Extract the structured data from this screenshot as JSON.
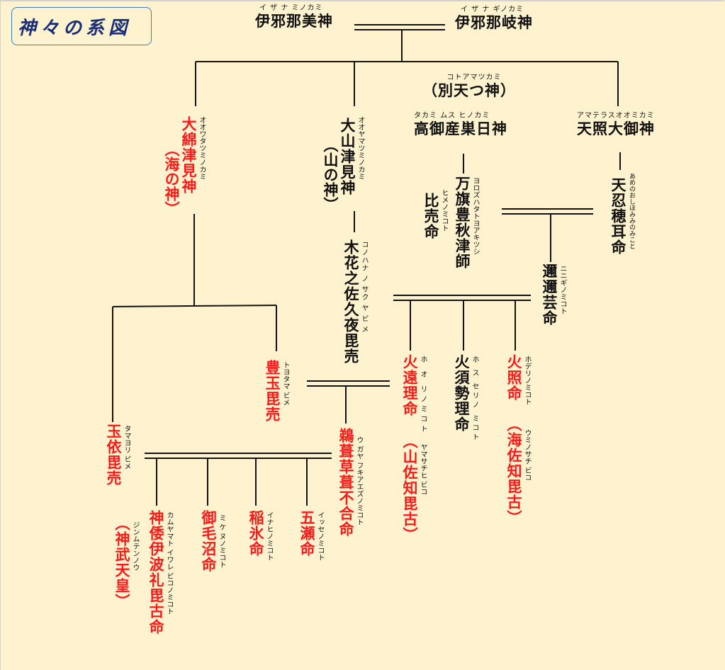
{
  "title": "神々の系図",
  "colors": {
    "background": "#fff2cf",
    "title_text": "#1a2f78",
    "title_border": "#3a7fc0",
    "highlight": "#ff1a1a",
    "default": "#111111"
  },
  "deities": {
    "izanami": {
      "name": "伊邪那美神",
      "ruby": "イ ザ ナ ミノカミ",
      "highlight": false
    },
    "izanagi": {
      "name": "伊邪那岐神",
      "ruby": "イ ザ ナ ギノカミ",
      "highlight": false
    },
    "kotoamatsukami": {
      "name": "（別天つ神）",
      "ruby": "コトアマツカミ",
      "highlight": false
    },
    "takamimusuhi": {
      "name": "高御産巣日神",
      "ruby": "タカミ ムス ヒノカミ",
      "highlight": false
    },
    "amaterasu": {
      "name": "天照大御神",
      "ruby": "アマテラスオオミカミ",
      "highlight": false
    },
    "owatatsumi": {
      "name": "大綿津見神",
      "ruby": "オオワタツミノカミ",
      "alias": "（海の神）",
      "highlight": true
    },
    "oyamatsumi": {
      "name": "大山津見神",
      "ruby": "オオヤマツミノカミ",
      "alias": "（山の神）",
      "highlight": false
    },
    "yorozuhata": {
      "name": "万旗豊秋津師",
      "ruby": "ヨロズハタトヨアキツシ",
      "highlight": false
    },
    "hime": {
      "name": "比売命",
      "ruby": "ヒメノミコト",
      "highlight": false
    },
    "amenooshihomimi": {
      "name": "天忍穂耳命",
      "ruby": "あめのおしほみみのみこと",
      "highlight": false
    },
    "ninigi": {
      "name": "邇邇芸命",
      "ruby": "ニニギノミコト",
      "highlight": false
    },
    "konohanasakuya": {
      "name": "木花之佐久夜毘売",
      "ruby": "コノハナ ノ サク ヤ ビ メ",
      "highlight": false
    },
    "hoori": {
      "name": "火遠理命",
      "ruby": "ホ オ リノミコト",
      "alias": "（山佐知毘古）",
      "alias_ruby": "ヤマサチヒ ビコ",
      "highlight": true
    },
    "hosuseri": {
      "name": "火須勢理命",
      "ruby": "ホ ス セリノ ミコト",
      "highlight": false
    },
    "hoderi": {
      "name": "火照命",
      "ruby": "ホデリノミコト",
      "alias": "（海佐知毘古）",
      "alias_ruby": "ウミノサチ ビコ",
      "highlight": true
    },
    "toyotama": {
      "name": "豊玉毘売",
      "ruby": "トヨタマ ビメ",
      "highlight": true
    },
    "ugaya": {
      "name": "鵜葺草葺不合命",
      "ruby": "ウ ガヤ フキアエズノミコト",
      "highlight": true
    },
    "tamayori": {
      "name": "玉依毘売",
      "ruby": "タマヨリ ビメ",
      "highlight": true
    },
    "kamuyamato": {
      "name": "神倭伊波礼毘古命",
      "ruby": "カムヤマト イワレ ビコノミコト",
      "alias": "（神武天皇）",
      "alias_ruby": "ジンムテンノウ",
      "highlight": true
    },
    "mikenu": {
      "name": "御毛沼命",
      "ruby": "ミ ケ ヌノミコト",
      "highlight": true
    },
    "inahi": {
      "name": "稲氷命",
      "ruby": "イナヒノミコト",
      "highlight": true
    },
    "itsuse": {
      "name": "五瀬命",
      "ruby": "イッセノミコト",
      "highlight": true
    }
  }
}
